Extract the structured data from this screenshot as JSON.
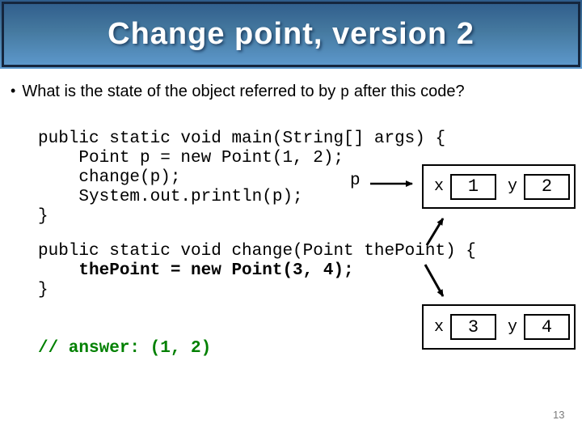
{
  "title": "Change point, version 2",
  "bullet": {
    "marker": "•",
    "text_pre": "What is the state of the object referred to by ",
    "code_ref": "p",
    "text_post": " after this code?"
  },
  "code_block_1": {
    "lines": [
      "public static void main(String[] args) {",
      "    Point p = new Point(1, 2);",
      "    change(p);",
      "    System.out.println(p);",
      "}"
    ]
  },
  "code_block_2": {
    "lines": [
      "public static void change(Point thePoint) {",
      "    thePoint = new Point(3, 4);",
      "}"
    ]
  },
  "answer_comment": "// answer: (1, 2)",
  "diagram": {
    "pointer_label": "p",
    "box1": {
      "fields": [
        {
          "label": "x",
          "value": "1"
        },
        {
          "label": "y",
          "value": "2"
        }
      ]
    },
    "box2": {
      "fields": [
        {
          "label": "x",
          "value": "3"
        },
        {
          "label": "y",
          "value": "4"
        }
      ]
    }
  },
  "page_number": "13",
  "colors": {
    "header_gradient_top": "#2e5b8a",
    "header_gradient_bottom": "#5f9bd0",
    "header_border": "#15263e",
    "title_text": "#ffffff",
    "answer_green": "#008000",
    "page_number_gray": "#7b7b7b",
    "diagram_stroke": "#000000"
  }
}
